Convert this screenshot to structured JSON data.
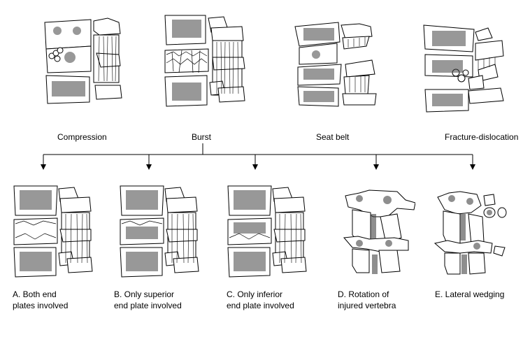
{
  "diagram": {
    "fracture_types": [
      {
        "id": "compression",
        "label": "Compression"
      },
      {
        "id": "burst",
        "label": "Burst"
      },
      {
        "id": "seat-belt",
        "label": "Seat belt"
      },
      {
        "id": "fracture-dislocation",
        "label": "Fracture-dislocation"
      }
    ],
    "branch_from": "burst",
    "burst_subtypes": [
      {
        "id": "A",
        "line1": "A. Both end",
        "line2": "plates involved"
      },
      {
        "id": "B",
        "line1": "B. Only superior",
        "line2": "end plate involved"
      },
      {
        "id": "C",
        "line1": "C. Only inferior",
        "line2": "end plate involved"
      },
      {
        "id": "D",
        "line1": "D. Rotation of",
        "line2": "injured vertebra"
      },
      {
        "id": "E",
        "line1": "E. Lateral wedging",
        "line2": ""
      }
    ],
    "colors": {
      "line": "#000000",
      "stipple": "#333333",
      "background": "#ffffff"
    }
  }
}
